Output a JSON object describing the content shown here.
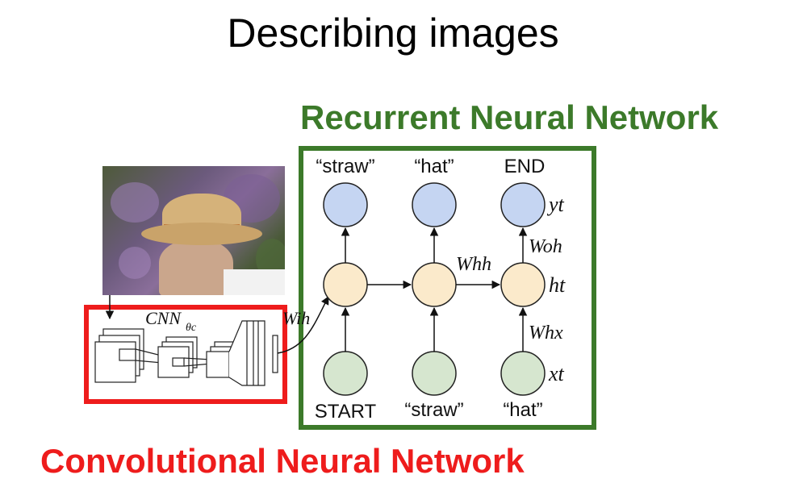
{
  "title": "Describing images",
  "rnn_heading": "Recurrent Neural Network",
  "cnn_heading": "Convolutional Neural Network",
  "cnn_label": "CNN",
  "cnn_subscript": "θc",
  "rnn": {
    "outputs": [
      "“straw”",
      "“hat”",
      "END"
    ],
    "inputs": [
      "START",
      "“straw”",
      "“hat”"
    ],
    "y_label": "yt",
    "h_label": "ht",
    "x_label": "xt",
    "whh_label": "Whh",
    "woh_label": "Woh",
    "whx_label": "Whx",
    "wih_label": "Wih"
  },
  "colors": {
    "rnn_box": "#3c7a2a",
    "cnn_box": "#ee1c1c",
    "output_node": "#c5d5f2",
    "hidden_node": "#fbeacb",
    "input_node": "#d6e6cf"
  }
}
